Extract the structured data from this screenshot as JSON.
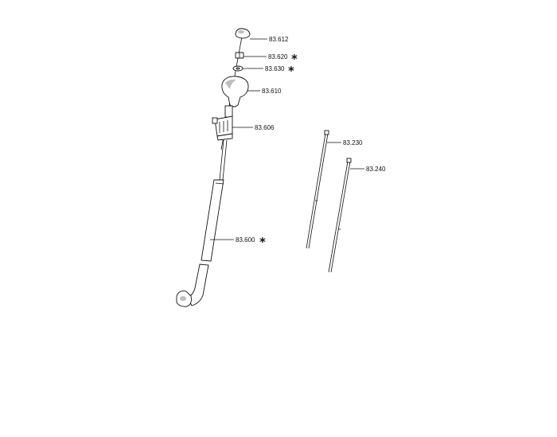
{
  "parts": [
    {
      "id": "83.612",
      "starred": false
    },
    {
      "id": "83.620",
      "starred": true
    },
    {
      "id": "83.630",
      "starred": true
    },
    {
      "id": "83.610",
      "starred": false
    },
    {
      "id": "83.606",
      "starred": false
    },
    {
      "id": "83.230",
      "starred": false
    },
    {
      "id": "83.240",
      "starred": false
    },
    {
      "id": "83.600",
      "starred": true
    }
  ],
  "star_symbol": "*"
}
